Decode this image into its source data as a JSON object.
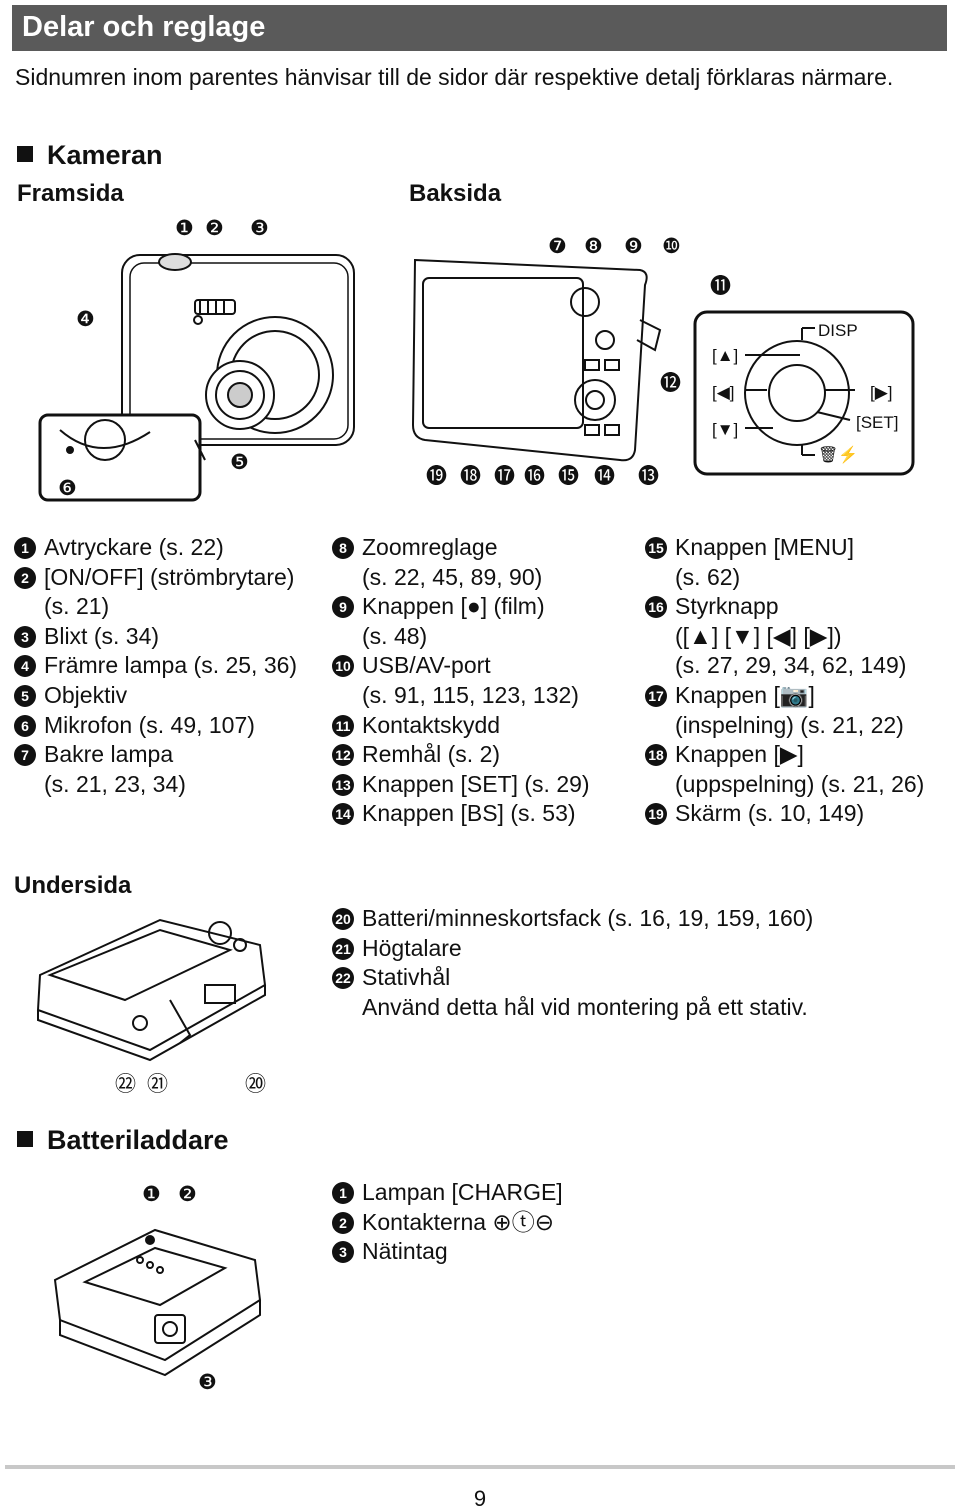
{
  "header": {
    "title": "Delar och reglage"
  },
  "intro": "Sidnumren inom parentes hänvisar till de sidor där respektive detalj förklaras närmare.",
  "camera": {
    "title": "Kameran",
    "front_label": "Framsida",
    "back_label": "Baksida",
    "front_callouts": [
      "❶",
      "❷",
      "❸",
      "❹",
      "❺",
      "❻"
    ],
    "back_callouts": [
      "❼",
      "❽",
      "❾",
      "❿",
      "⓫",
      "⓬",
      "⓭",
      "⓮",
      "⓯",
      "⓰",
      "⓱",
      "⓲",
      "⓳"
    ],
    "control_labels": {
      "disp": "DISP",
      "up": "[▲]",
      "left": "[◀]",
      "down": "[▼]",
      "right": "[▶]",
      "set": "[SET]",
      "trash": "🗑⚡"
    },
    "col1": [
      {
        "n": "1",
        "lines": [
          "Avtryckare (s. 22)"
        ]
      },
      {
        "n": "2",
        "lines": [
          "[ON/OFF] (strömbrytare)",
          "(s. 21)"
        ]
      },
      {
        "n": "3",
        "lines": [
          "Blixt (s. 34)"
        ]
      },
      {
        "n": "4",
        "lines": [
          "Främre lampa (s. 25, 36)"
        ]
      },
      {
        "n": "5",
        "lines": [
          "Objektiv"
        ]
      },
      {
        "n": "6",
        "lines": [
          "Mikrofon (s. 49, 107)"
        ]
      },
      {
        "n": "7",
        "lines": [
          "Bakre lampa",
          "(s. 21, 23, 34)"
        ]
      }
    ],
    "col2": [
      {
        "n": "8",
        "lines": [
          "Zoomreglage",
          "(s. 22, 45, 89, 90)"
        ]
      },
      {
        "n": "9",
        "lines": [
          "Knappen [●] (film)",
          "(s. 48)"
        ]
      },
      {
        "n": "10",
        "lines": [
          "USB/AV-port",
          "(s. 91, 115, 123, 132)"
        ]
      },
      {
        "n": "11",
        "lines": [
          "Kontaktskydd"
        ]
      },
      {
        "n": "12",
        "lines": [
          "Remhål (s. 2)"
        ]
      },
      {
        "n": "13",
        "lines": [
          "Knappen [SET] (s. 29)"
        ]
      },
      {
        "n": "14",
        "lines": [
          "Knappen [BS] (s. 53)"
        ]
      }
    ],
    "col3": [
      {
        "n": "15",
        "lines": [
          "Knappen [MENU]",
          "(s. 62)"
        ]
      },
      {
        "n": "16",
        "lines": [
          "Styrknapp",
          "([▲] [▼] [◀] [▶])",
          "(s. 27, 29, 34, 62, 149)"
        ]
      },
      {
        "n": "17",
        "lines": [
          "Knappen [📷]",
          "(inspelning) (s. 21, 22)"
        ]
      },
      {
        "n": "18",
        "lines": [
          "Knappen [▶]",
          "(uppspelning) (s. 21, 26)"
        ]
      },
      {
        "n": "19",
        "lines": [
          "Skärm (s. 10, 149)"
        ]
      }
    ]
  },
  "bottom": {
    "label": "Undersida",
    "callouts": [
      "㉒",
      "㉑",
      "⑳"
    ],
    "items": [
      {
        "n": "20",
        "lines": [
          "Batteri/minneskortsfack (s. 16, 19, 159, 160)"
        ]
      },
      {
        "n": "21",
        "lines": [
          "Högtalare"
        ]
      },
      {
        "n": "22",
        "lines": [
          "Stativhål",
          "Använd detta hål vid montering på ett stativ."
        ]
      }
    ]
  },
  "charger": {
    "title": "Batteriladdare",
    "callouts": [
      "❶",
      "❷",
      "❸"
    ],
    "items": [
      {
        "n": "1",
        "lines": [
          "Lampan [CHARGE]"
        ]
      },
      {
        "n": "2",
        "lines": [
          "Kontakterna ⊕ⓣ⊖"
        ]
      },
      {
        "n": "3",
        "lines": [
          "Nätintag"
        ]
      }
    ]
  },
  "footer": {
    "page_number": "9"
  }
}
